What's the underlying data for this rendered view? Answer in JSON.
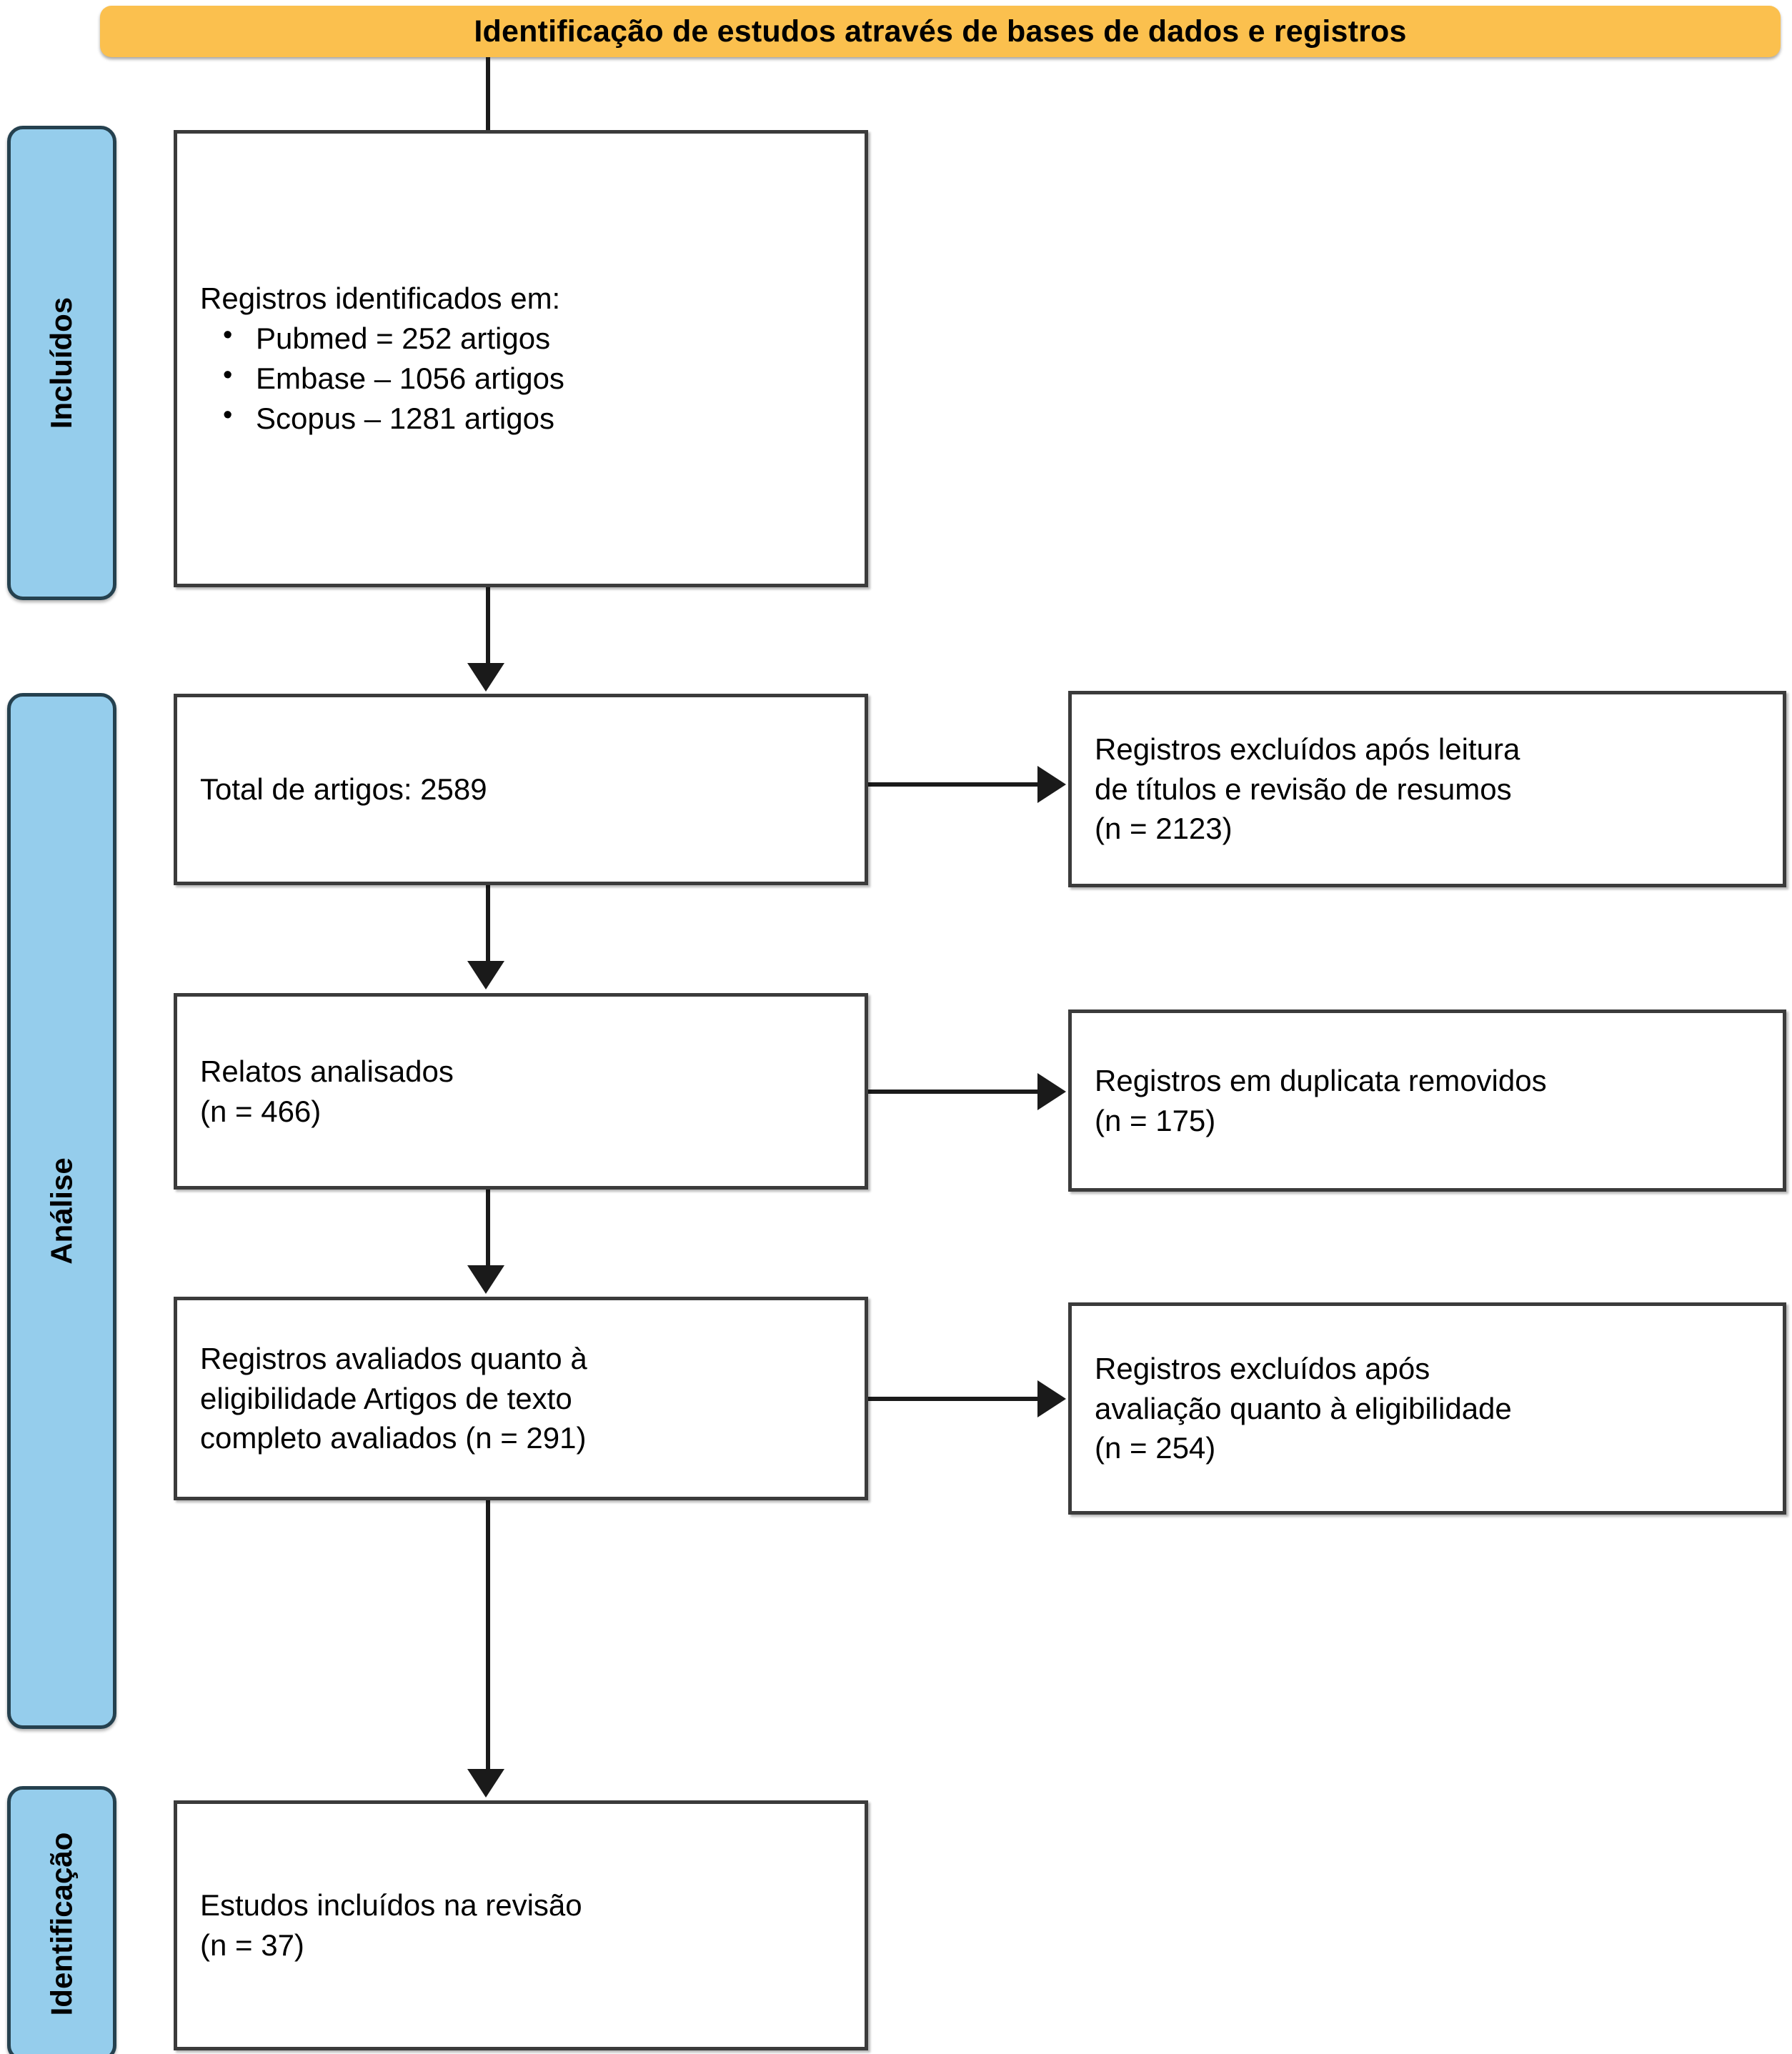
{
  "header": {
    "title": "Identificação de estudos através de bases de dados e registros",
    "color": "#fbc04e"
  },
  "stages": [
    {
      "id": "incluidos",
      "label": "Incluídos"
    },
    {
      "id": "analise",
      "label": "Análise"
    },
    {
      "id": "identificacao",
      "label": "Identificação"
    }
  ],
  "stage_color": "#95cdec",
  "boxes": {
    "identified": {
      "lead": "Registros identificados em:",
      "items": [
        "Pubmed = 252 artigos",
        "Embase – 1056 artigos",
        "Scopus – 1281 artigos"
      ]
    },
    "total": {
      "line1": "Total de artigos: 2589"
    },
    "reports": {
      "line1": "Relatos analisados",
      "line2": "(n = 466)"
    },
    "eligible": {
      "line1": "Registros avaliados quanto à",
      "line2": "eligibilidade Artigos de texto",
      "line3": "completo avaliados (n = 291)"
    },
    "included": {
      "line1": "Estudos incluídos na revisão",
      "line2": "(n = 37)"
    },
    "excluded_titles": {
      "line1": "Registros excluídos após leitura",
      "line2": "de títulos e revisão de resumos",
      "line3": "(n = 2123)"
    },
    "duplicates_removed": {
      "line1": "Registros em duplicata removidos",
      "line2": "(n = 175)"
    },
    "excluded_eligibility": {
      "line1": "Registros excluídos após",
      "line2": "avaliação quanto à eligibilidade",
      "line3": "(n = 254)"
    }
  },
  "chart_data": {
    "type": "diagram",
    "title": "Identificação de estudos através de bases de dados e registros",
    "flow_counts": {
      "pubmed": 252,
      "embase": 1056,
      "scopus": 1281,
      "total_articles": 2589,
      "excluded_after_title_abstract": 2123,
      "reports_analyzed": 466,
      "duplicates_removed": 175,
      "full_text_assessed": 291,
      "excluded_after_eligibility": 254,
      "studies_included": 37
    }
  }
}
